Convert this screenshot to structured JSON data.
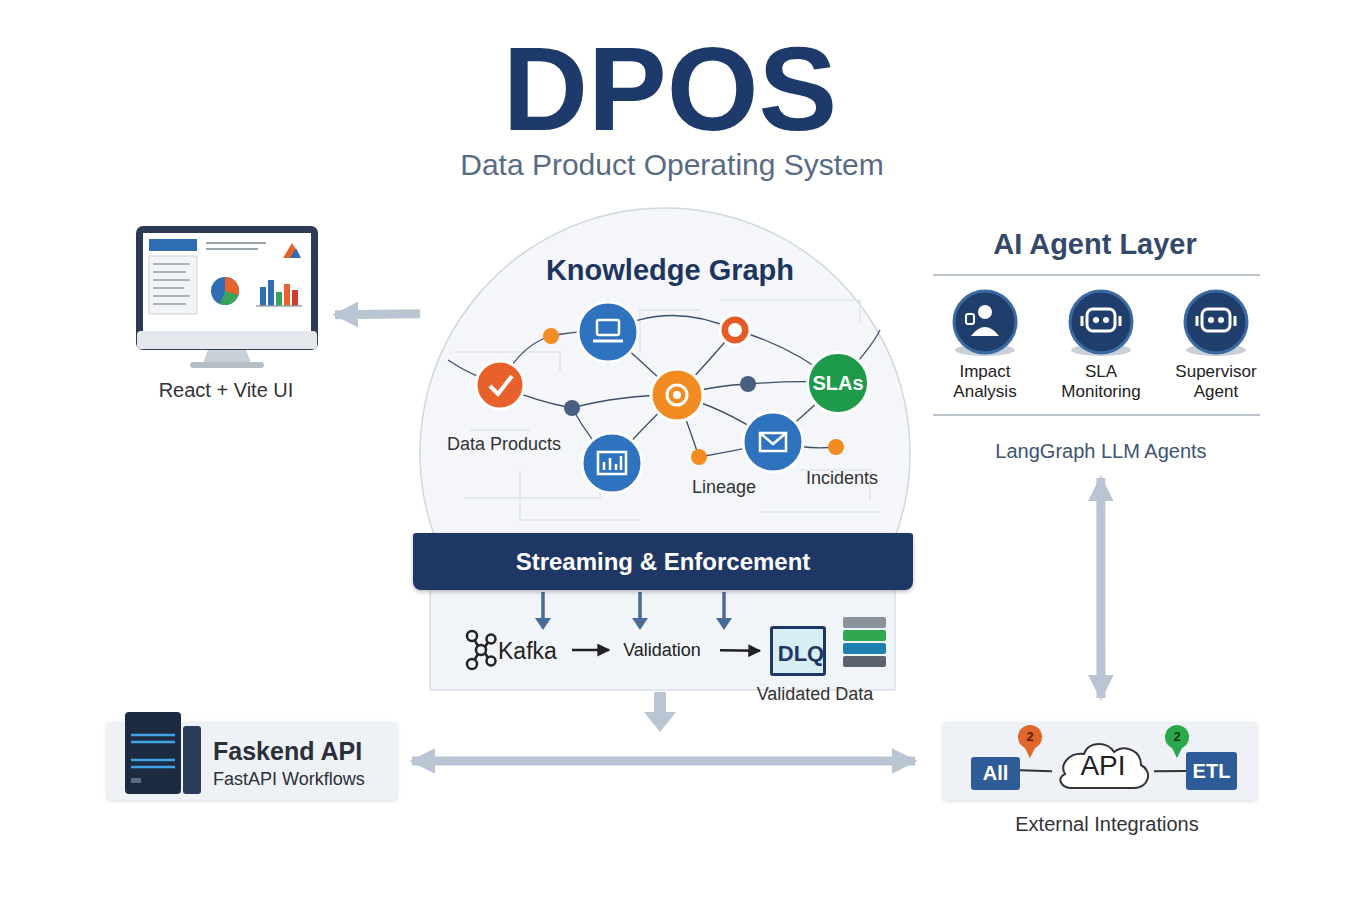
{
  "diagram": {
    "title": "DPOS",
    "nodes": [
      {
        "text": [
          "React + Vite UI"
        ]
      },
      {
        "text": [
          "Knowledge Graph",
          "Data Products",
          "Lineage",
          "Incidents"
        ]
      },
      {
        "text": [
          "SLAs"
        ],
        "in": 1
      },
      {
        "text": [
          "Streaming & Enforcement"
        ]
      },
      {
        "text": [
          "Kafka"
        ],
        "in": 3
      },
      {
        "text": [
          "Validation"
        ],
        "in": 3
      },
      {
        "text": [
          "DLQ"
        ],
        "in": 3
      },
      {
        "text": [
          "AI Agent Layer",
          "LangGraph LLM Agents"
        ]
      },
      {
        "text": [
          "Impact Analysis"
        ],
        "in": 7
      },
      {
        "text": [
          "SLA Monitoring"
        ],
        "in": 7
      },
      {
        "text": [
          "Supervisor Agent"
        ],
        "in": 7
      },
      {
        "text": [
          "Faskend API",
          "FastAPI Workflows"
        ]
      },
      {
        "text": [
          "External Integrations"
        ]
      },
      {
        "text": [
          "All"
        ],
        "in": 12
      },
      {
        "text": [
          "API"
        ],
        "in": 12
      },
      {
        "text": [
          "ETL"
        ],
        "in": 12
      }
    ],
    "edges": [
      {
        "from": 1,
        "to": 0,
        "arrow": "to"
      },
      {
        "from": 4,
        "to": 5,
        "arrow": "to"
      },
      {
        "from": 5,
        "to": 6,
        "arrow": "to"
      },
      {
        "from": 11,
        "to": 12,
        "arrow": "both"
      },
      {
        "from": 7,
        "to": 12,
        "arrow": "both"
      },
      {
        "from": 13,
        "to": 14,
        "arrow": "none"
      },
      {
        "from": 14,
        "to": 15,
        "arrow": "none"
      }
    ],
    "labels": [
      "Data Product Operating System",
      "Validated Data",
      "2",
      "2"
    ]
  }
}
